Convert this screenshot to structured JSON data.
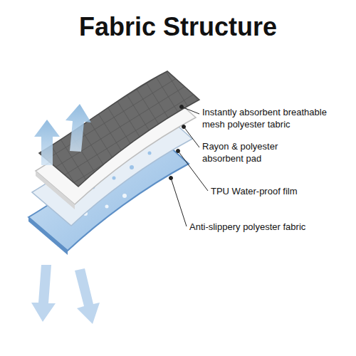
{
  "diagram": {
    "title": "Fabric Structure",
    "labels": [
      "Instantly absorbent breathable mesh polyester tabric",
      "Rayon & polyester absorbent pad",
      "TPU Water-proof film",
      "Anti-slippery polyester fabric"
    ]
  }
}
